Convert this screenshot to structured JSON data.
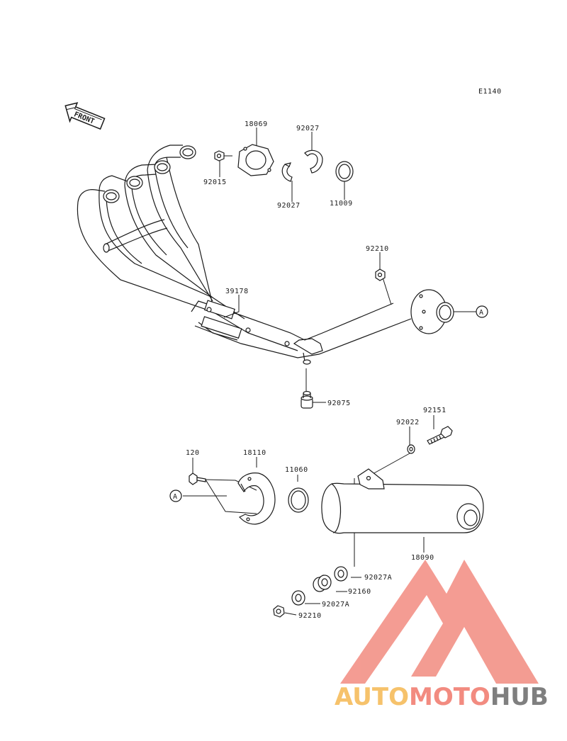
{
  "diagram_id": "E1140",
  "front_label": "FRONT",
  "ref_marker": "A",
  "parts": {
    "p18069": "18069",
    "p92027_top": "92027",
    "p92015": "92015",
    "p92027_bottom": "92027",
    "p11009": "11009",
    "p92210_top": "92210",
    "p39178": "39178",
    "p92075": "92075",
    "p92151": "92151",
    "p92022": "92022",
    "p120": "120",
    "p18110": "18110",
    "p11060": "11060",
    "p18090": "18090",
    "p92027A_1": "92027A",
    "p92160": "92160",
    "p92027A_2": "92027A",
    "p92210_bottom": "92210"
  },
  "watermark": {
    "part1": "AUTO",
    "part2": "MOTO",
    "part3": "HUB",
    "color1": "#f6c26b",
    "color2": "#f28b80",
    "color3": "#7f7f7f"
  }
}
